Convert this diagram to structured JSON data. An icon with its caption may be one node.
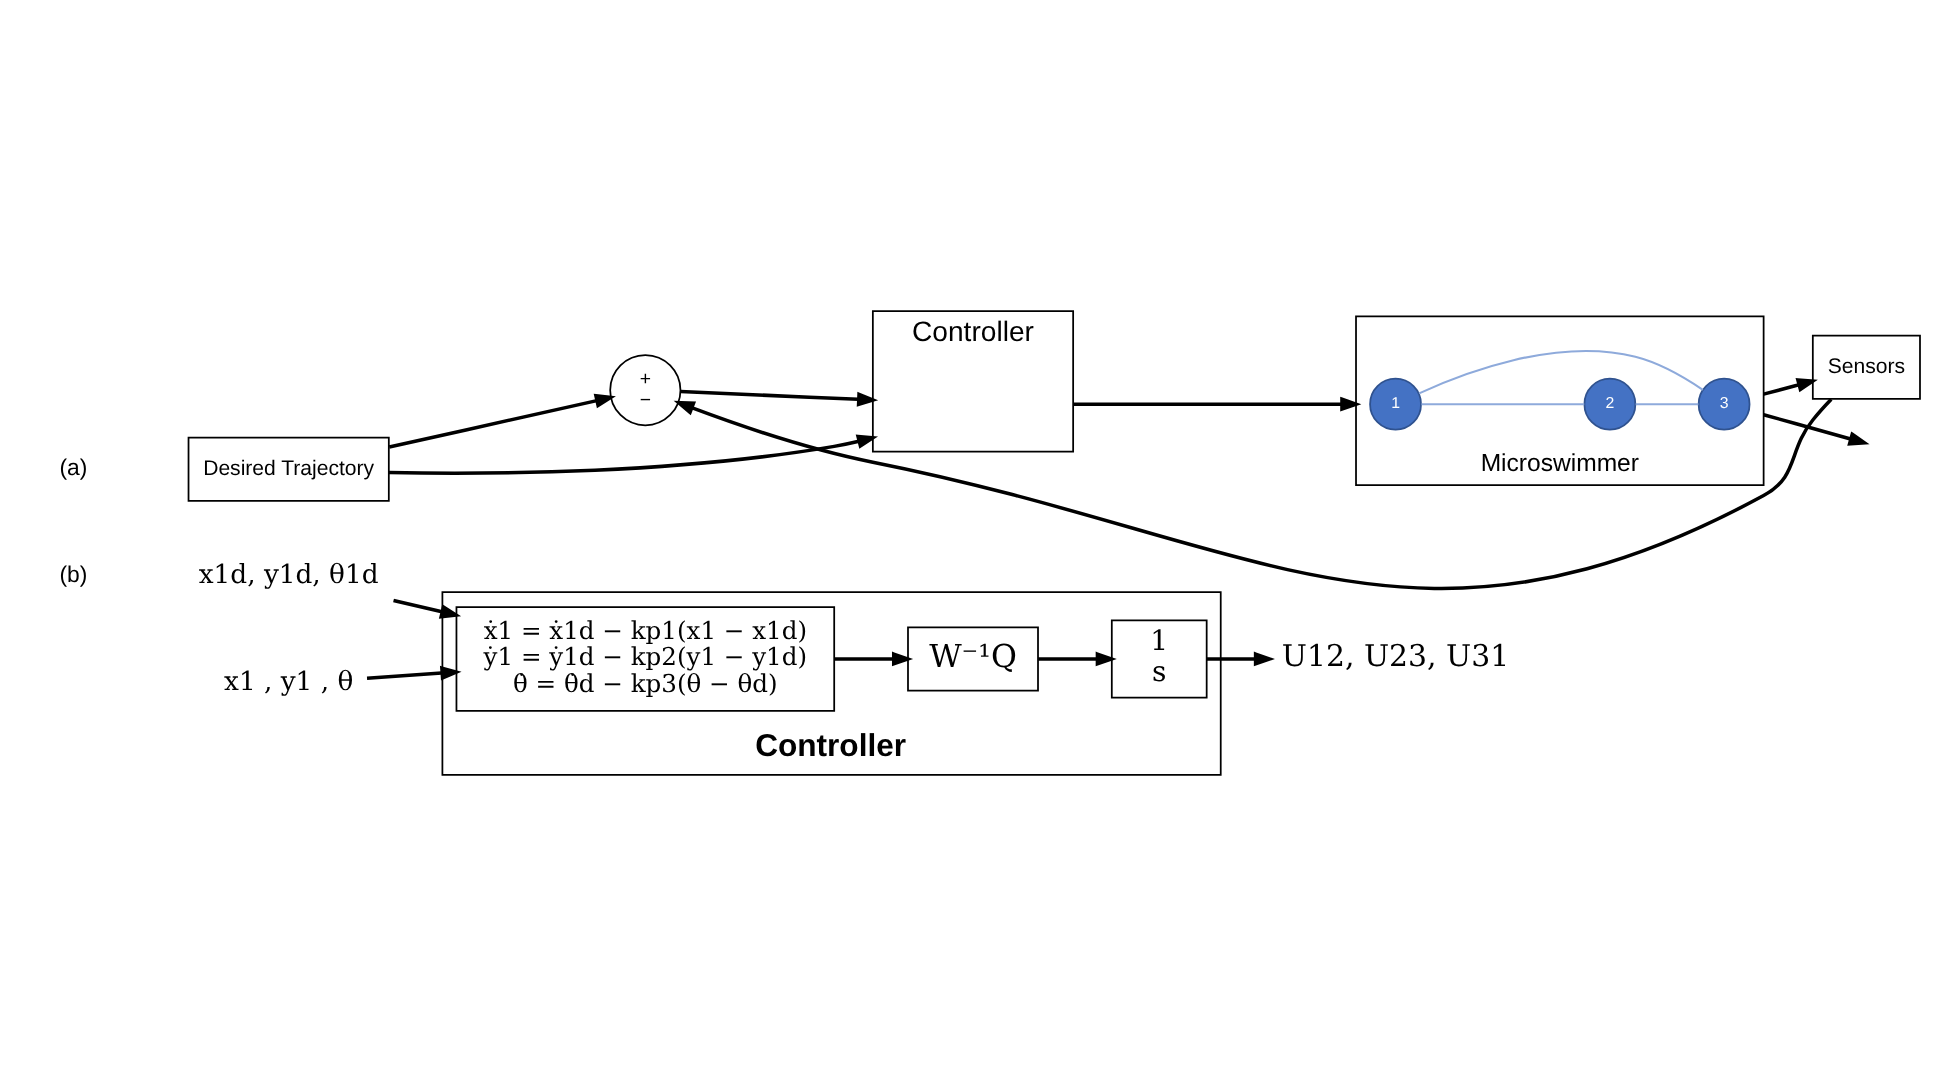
{
  "diagram": {
    "nodes": [
      {
        "text": [
          "Desired Trajectory"
        ]
      },
      {
        "text": [
          "+",
          "−"
        ]
      },
      {
        "text": [
          "Controller"
        ]
      },
      {
        "text": [
          "Microswimmer"
        ]
      },
      {
        "text": [
          "2"
        ],
        "in": 3
      },
      {
        "text": [
          "1"
        ],
        "in": 3
      },
      {
        "text": [
          "3"
        ],
        "in": 3
      },
      {
        "text": [
          "Sensors"
        ]
      },
      {
        "text": [
          "Controller"
        ]
      },
      {
        "text": [
          "ẋ1 = ẋ1d − kp1(x1 − x1d)",
          "ẏ1 = ẏ1d − kp2(y1 − y1d)",
          "θ̇ = θ̇d − kp3(θ − θd)"
        ],
        "in": 8
      },
      {
        "text": [
          "W⁻¹Q"
        ],
        "in": 8
      },
      {
        "text": [
          "1",
          "s"
        ],
        "in": 8
      },
      {
        "text": [
          "x1d, y1d, θ1d"
        ]
      },
      {
        "text": [
          "x1 , y1 , θ"
        ]
      },
      {
        "text": [
          "U12, U23, U31"
        ]
      }
    ],
    "edges": [
      {
        "from": 0,
        "to": 2,
        "arrow": "to"
      },
      {
        "from": 0,
        "to": 1,
        "arrow": "to"
      },
      {
        "from": 1,
        "to": 2,
        "arrow": "to"
      },
      {
        "from": 2,
        "to": 3,
        "arrow": "to"
      },
      {
        "from": 3,
        "to": null,
        "arrow": "to"
      },
      {
        "from": 3,
        "to": 7,
        "arrow": "to"
      },
      {
        "from": 7,
        "to": 1,
        "arrow": "to"
      },
      {
        "from": 5,
        "to": 4,
        "arrow": "none",
        "color": "#8eaadb"
      },
      {
        "from": 4,
        "to": 6,
        "arrow": "none",
        "color": "#8eaadb"
      },
      {
        "from": 6,
        "to": 5,
        "arrow": "none",
        "color": "#8eaadb"
      },
      {
        "from": 12,
        "to": 9,
        "arrow": "to"
      },
      {
        "from": 13,
        "to": 9,
        "arrow": "to"
      },
      {
        "from": 9,
        "to": 10,
        "arrow": "to"
      },
      {
        "from": 10,
        "to": 11,
        "arrow": "to"
      },
      {
        "from": 11,
        "to": 14,
        "arrow": "to"
      }
    ],
    "labels": [
      "(a)",
      "(b)"
    ]
  }
}
